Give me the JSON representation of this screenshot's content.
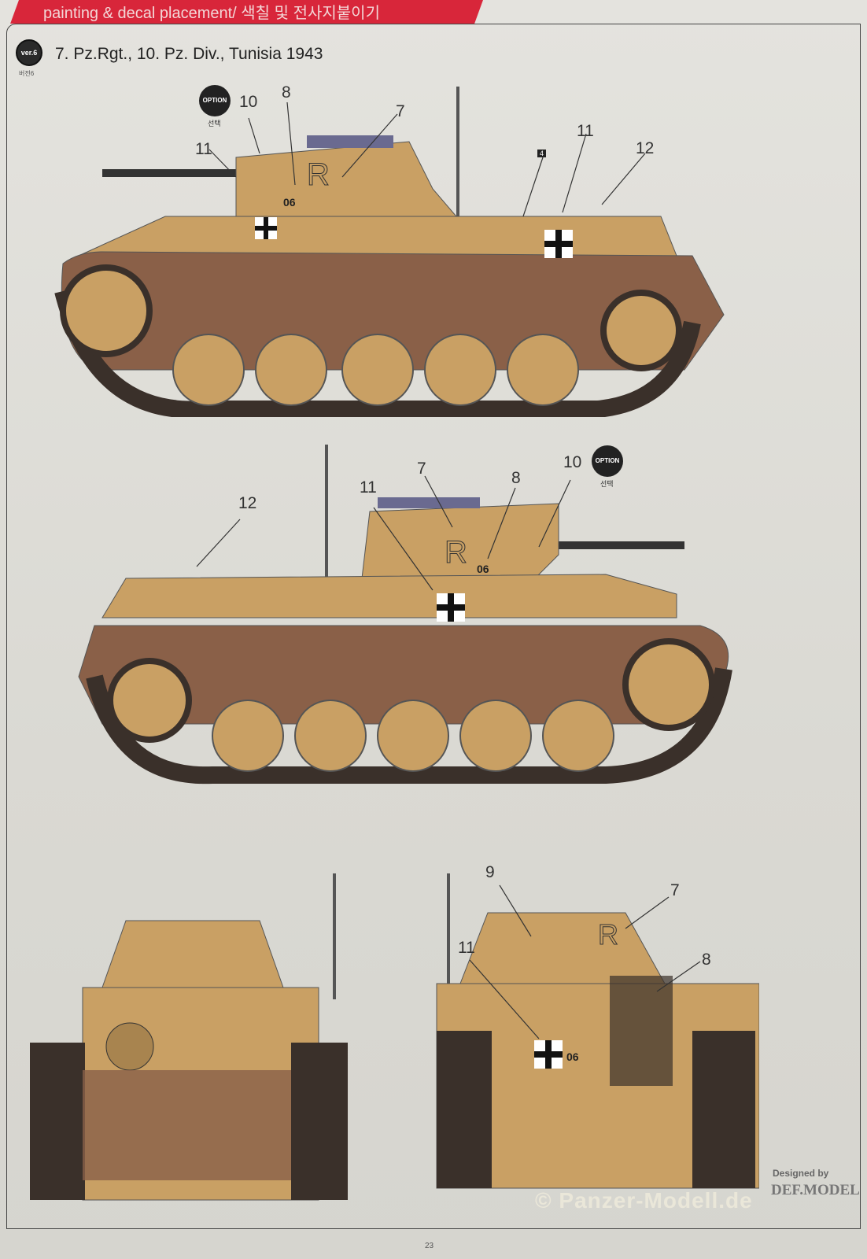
{
  "header": {
    "banner": "painting & decal placement/ 색칠 및 전사지붙이기"
  },
  "version": {
    "badge": "ver.6",
    "sub": "버전6"
  },
  "title": "7. Pz.Rgt., 10. Pz. Div., Tunisia 1943",
  "option": {
    "label": "OPTION",
    "sub": "선택"
  },
  "left_view": {
    "callouts": [
      "10",
      "8",
      "7",
      "11",
      "4",
      "11",
      "12"
    ],
    "markings": {
      "letter": "R",
      "number": "06"
    }
  },
  "right_view": {
    "callouts": [
      "12",
      "11",
      "7",
      "8",
      "10"
    ]
  },
  "front_view": {
    "callouts": [
      "9",
      "7",
      "11",
      "8"
    ]
  },
  "footer": {
    "designed_by": "Designed by",
    "brand": "DEF.MODEL",
    "watermark": "© Panzer-Modell.de",
    "page": "23"
  },
  "colors": {
    "sand": "#c9a064",
    "hull_shadow": "#8a6048",
    "track": "#3a302a",
    "banner": "#d8263a"
  }
}
